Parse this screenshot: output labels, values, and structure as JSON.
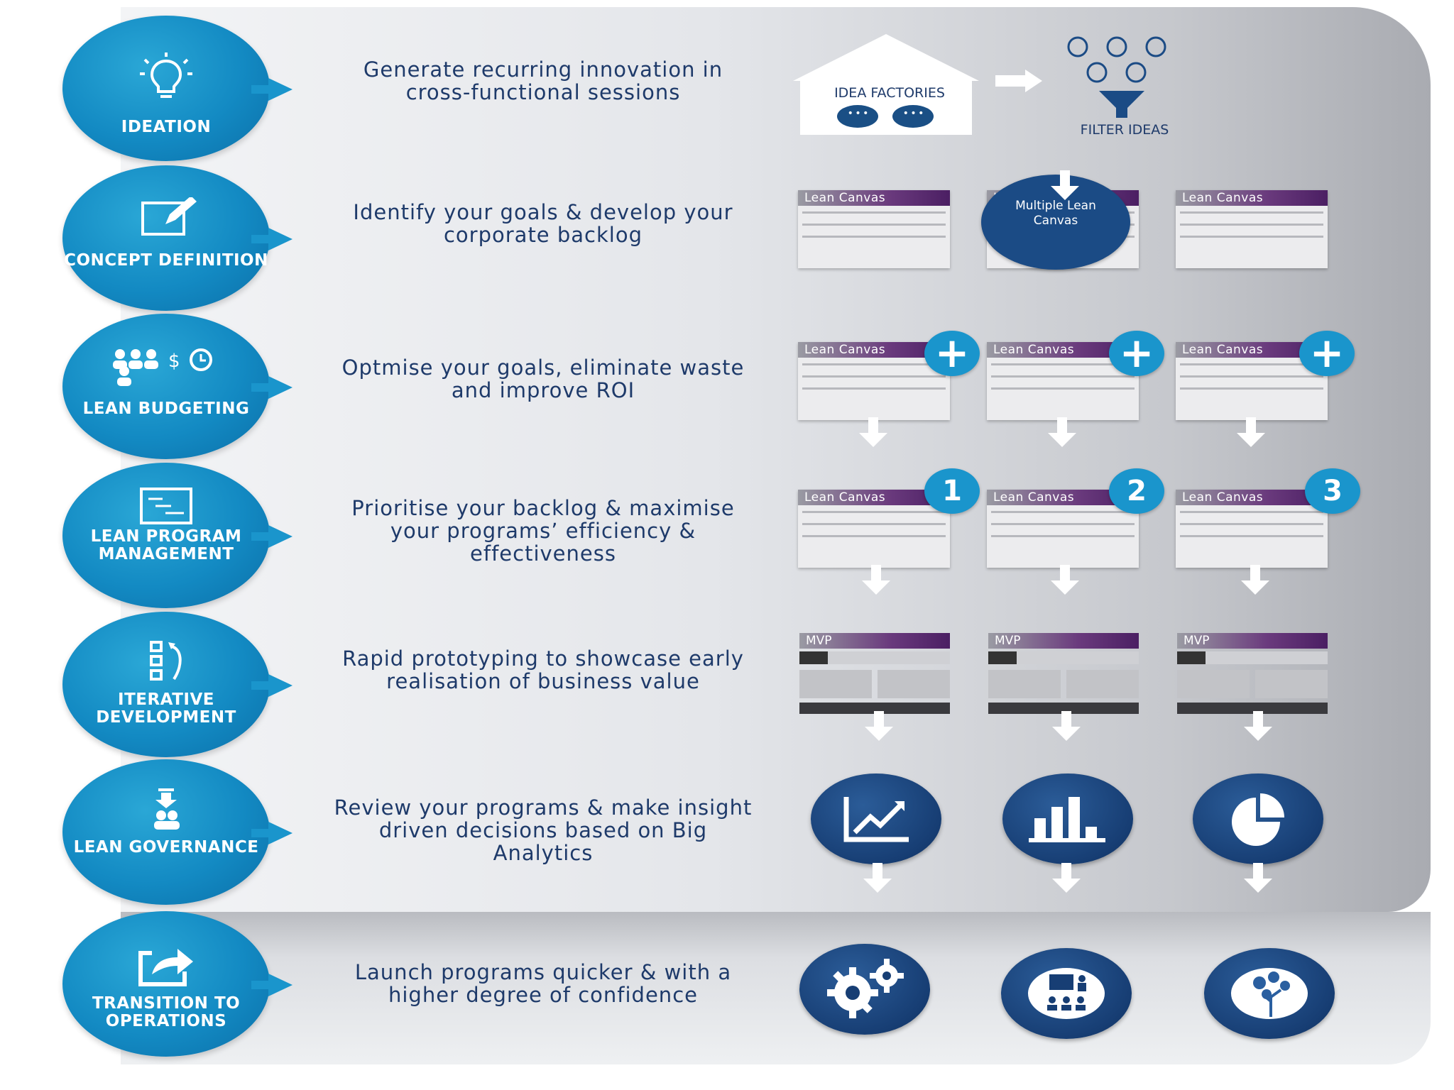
{
  "stages": [
    {
      "label": "IDEATION",
      "desc": "Generate recurring innovation in cross-functional sessions"
    },
    {
      "label": "CONCEPT DEFINITION",
      "desc": "Identify your goals & develop your corporate backlog"
    },
    {
      "label": "LEAN BUDGETING",
      "desc": "Optmise your goals, eliminate waste and improve ROI"
    },
    {
      "label": "LEAN PROGRAM MANAGEMENT",
      "desc": "Prioritise your backlog & maximise your programs’ efficiency & effectiveness"
    },
    {
      "label": "ITERATIVE DEVELOPMENT",
      "desc": "Rapid prototyping to showcase early realisation of business value"
    },
    {
      "label": "LEAN GOVERNANCE",
      "desc": "Review your programs & make insight driven decisions based on Big Analytics"
    },
    {
      "label": "TRANSITION TO OPERATIONS",
      "desc": "Launch programs quicker & with a higher degree of confidence"
    }
  ],
  "idea_factories": "IDEA FACTORIES",
  "filter_ideas": "FILTER IDEAS",
  "lean_canvas": "Lean Canvas",
  "multiple_lean_canvas": "Multiple Lean Canvas",
  "mvp": "MVP",
  "plus": "+",
  "numbers": [
    "1",
    "2",
    "3"
  ],
  "icons": {
    "ideation": "lightbulb-icon",
    "concept": "edit-icon",
    "budget": "people-money-clock-icon",
    "program": "gantt-icon",
    "iterative": "iterate-icon",
    "governance": "governance-icon",
    "transition": "share-icon",
    "analytics": [
      "line-chart-icon",
      "bar-chart-icon",
      "pie-chart-icon"
    ],
    "operations": [
      "gears-icon",
      "presentation-icon",
      "tree-icon"
    ]
  },
  "colors": {
    "stage": "#138ac3",
    "dark_blue": "#173e74",
    "text": "#1e3a6a",
    "purple": "#4b1f63"
  }
}
